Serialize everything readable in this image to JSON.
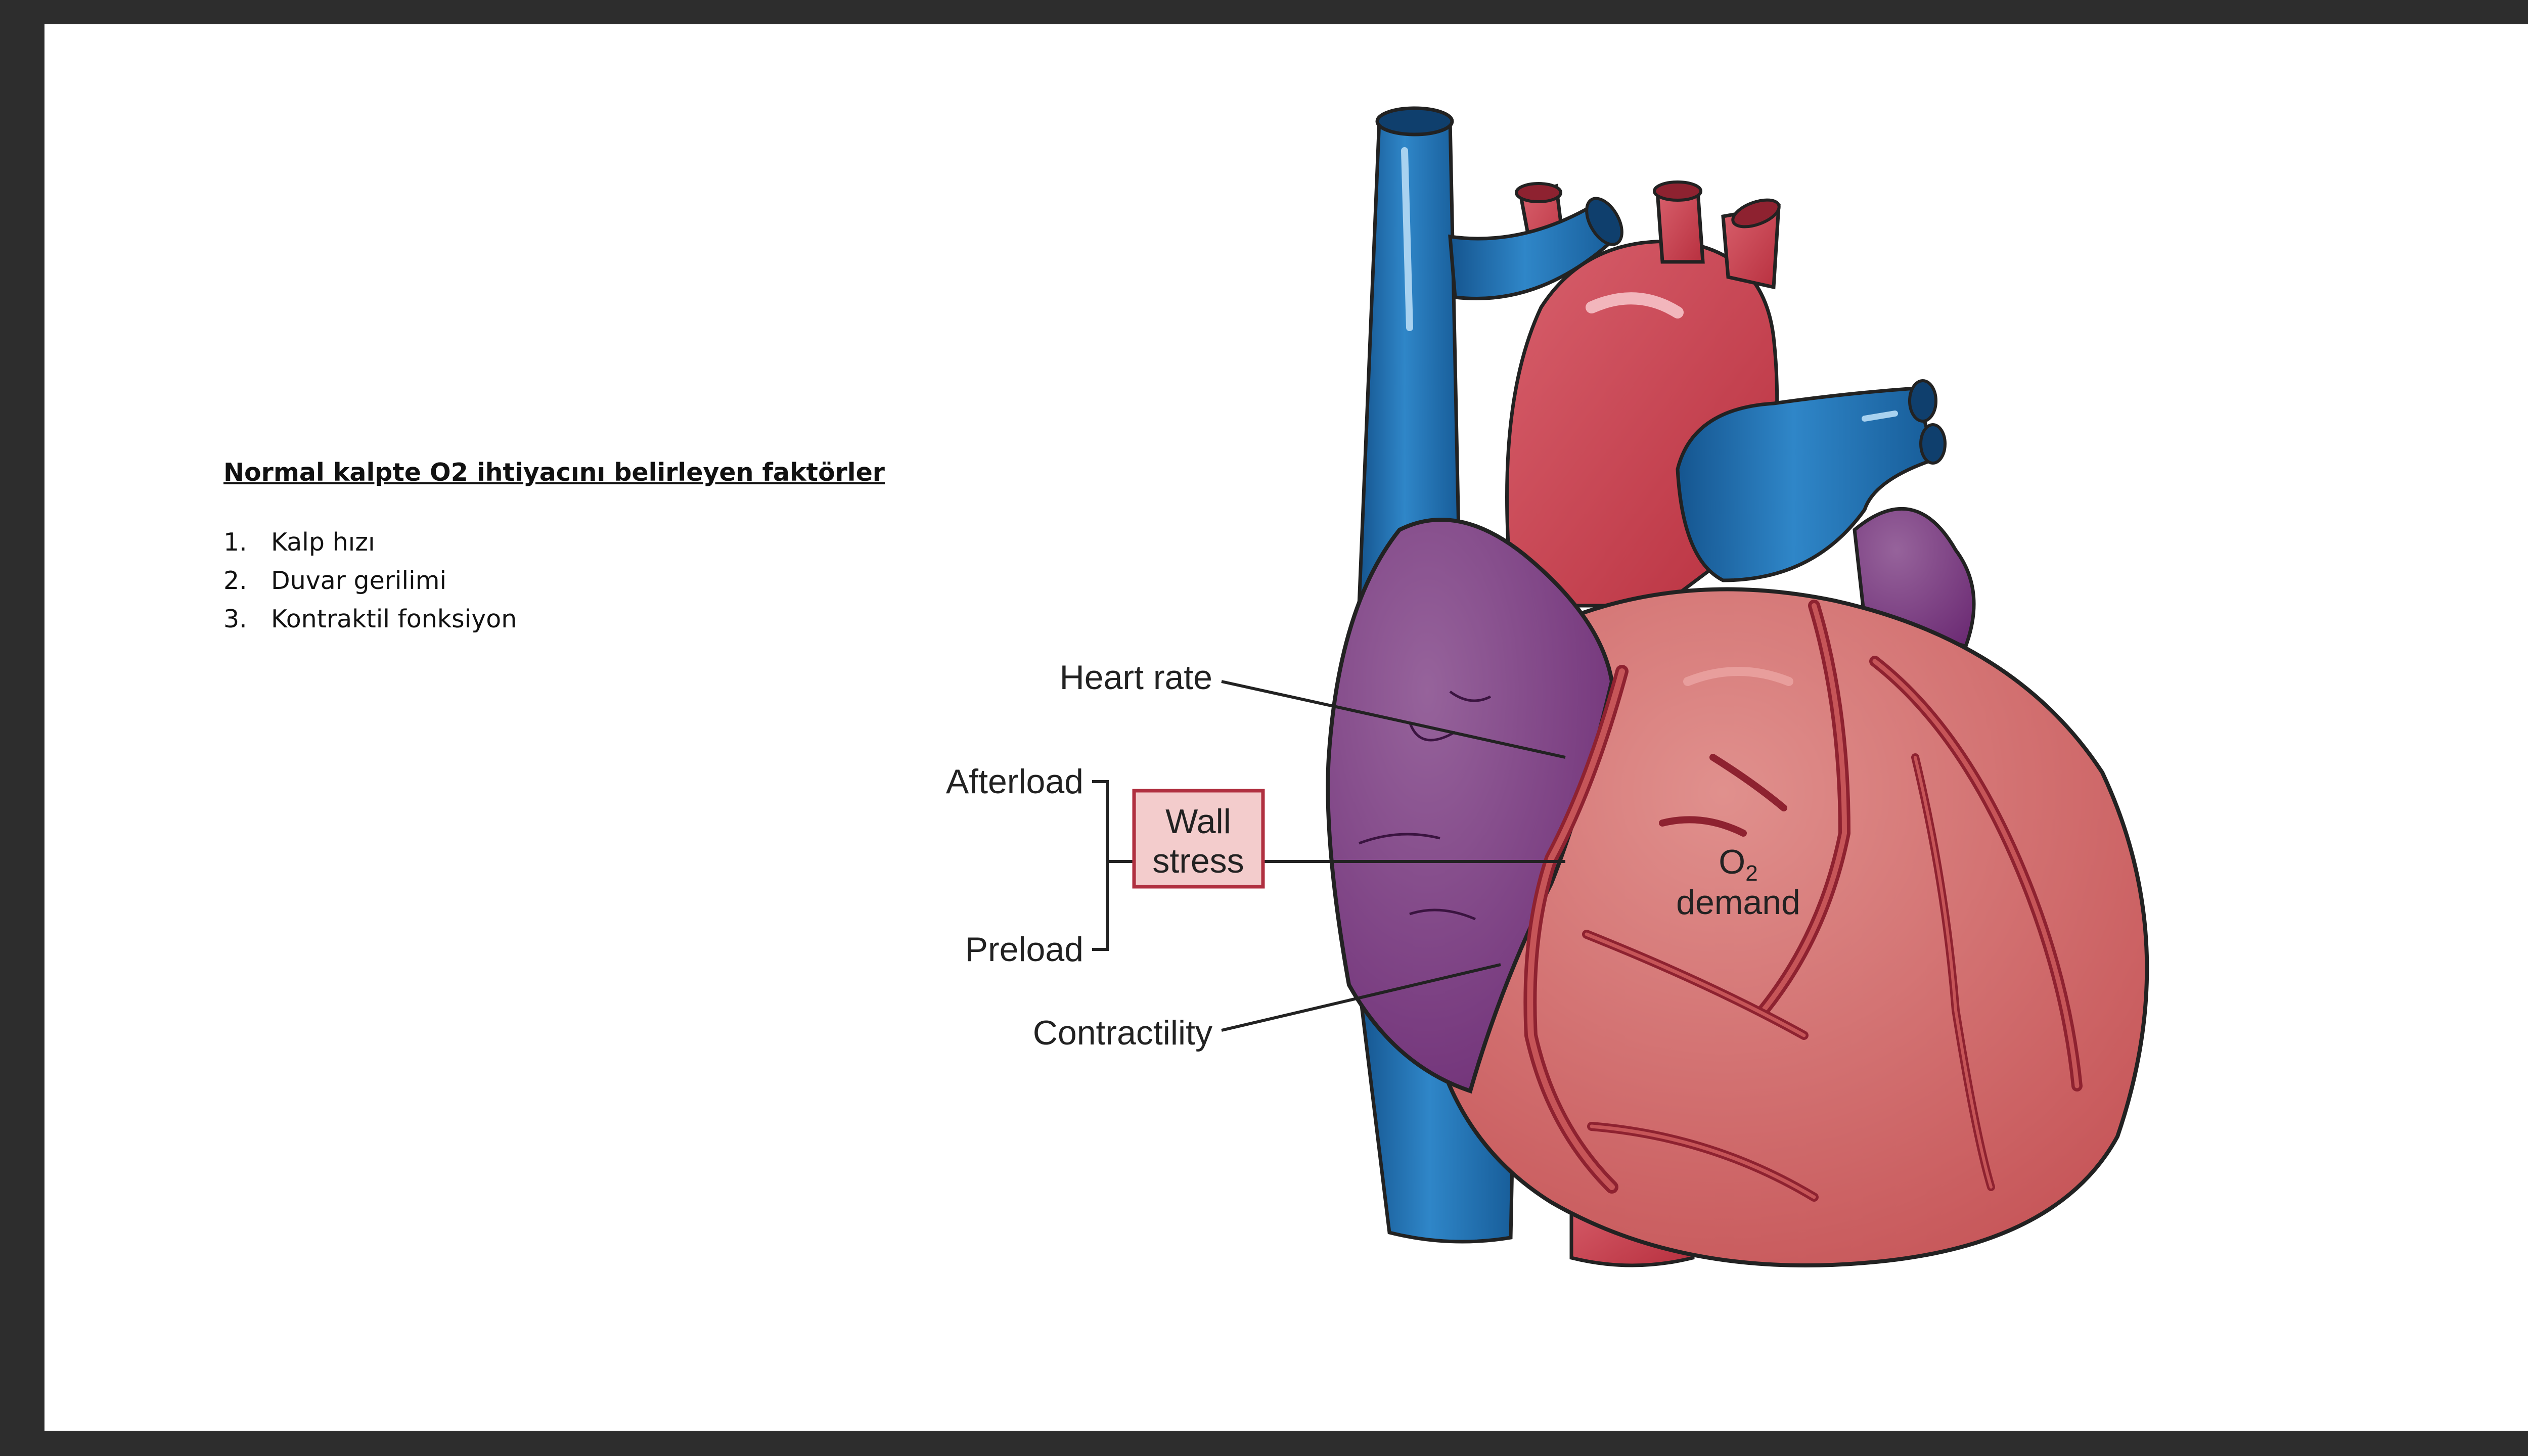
{
  "slide": {
    "heading": "Normal kalpte O2 ihtiyacını belirleyen faktörler",
    "factors": [
      {
        "number": "1.",
        "text": "Kalp hızı"
      },
      {
        "number": "2.",
        "text": "Duvar gerilimi"
      },
      {
        "number": "3.",
        "text": "Kontraktil fonksiyon"
      }
    ]
  },
  "diagram": {
    "labels": {
      "heart_rate": "Heart rate",
      "afterload": "Afterload",
      "preload": "Preload",
      "wall_stress_line1": "Wall",
      "wall_stress_line2": "stress",
      "contractility": "Contractility",
      "o2_symbol": "O",
      "o2_subscript": "2",
      "demand": "demand"
    },
    "colors": {
      "vein_blue": "#1f6fae",
      "artery_red": "#c8404f",
      "ventricle": "#d76b6d",
      "atrium_purple": "#7a3a83",
      "wall_stress_box_fill": "#f3cccc",
      "wall_stress_box_border": "#b03040",
      "outline": "#222222"
    }
  }
}
